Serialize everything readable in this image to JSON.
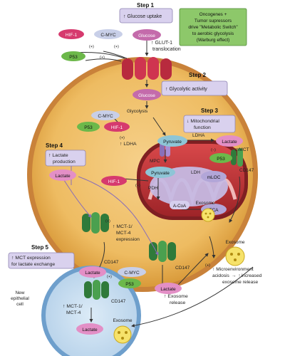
{
  "steps": {
    "s1": "Step 1",
    "s2": "Step 2",
    "s3": "Step 3",
    "s4": "Step 4",
    "s5": "Step 5"
  },
  "callouts": {
    "glucose_uptake": "Glucose uptake",
    "oncogenes": [
      "Oncogenes +",
      "Tumor supressors",
      "drive \"Metabolic Switch\"",
      "to aerobic glycolysis",
      "(Warburg effect)"
    ],
    "glut1": [
      "GLUT-1",
      "translocation"
    ],
    "glycolytic": "Glycolytic activity",
    "mito": [
      "Mitochondrial",
      "function"
    ],
    "lactate_prod": [
      "Lactate",
      "production"
    ],
    "mct_expr": [
      "MCT expression",
      "for lactate exchange"
    ],
    "mct1_expr": [
      "MCT-1/",
      "MCT-4",
      "expression"
    ],
    "exosome_release": [
      "Exosome",
      "release"
    ],
    "microenv": [
      "Microenvironment",
      "acidosis",
      "increased",
      "exosome release"
    ],
    "ldha_up": "LDHA",
    "mct1_cell": [
      "MCT-1/",
      "MCT-4"
    ],
    "new_cell": [
      "New",
      "epithelial",
      "cell"
    ]
  },
  "labels": {
    "hif1": "HIF-1",
    "cmyc": "C-MYC",
    "p53": "P53",
    "glucose": "Glucose",
    "glycolysis": "Glycolysis",
    "pyruvate": "Pyruvate",
    "ldha": "LDHA",
    "lactate": "Lactate",
    "mmct": "mMCT",
    "cd147": "CD147",
    "mpc": "MPC",
    "ldh": "LDH",
    "mloc": "mLOC",
    "pdh": "PDH",
    "acoa": "A-CoA",
    "tca": "TCA",
    "exosome": "Exosome",
    "plus": "(+)",
    "minus": "(−)",
    "up": "↑",
    "down": "↓"
  }
}
